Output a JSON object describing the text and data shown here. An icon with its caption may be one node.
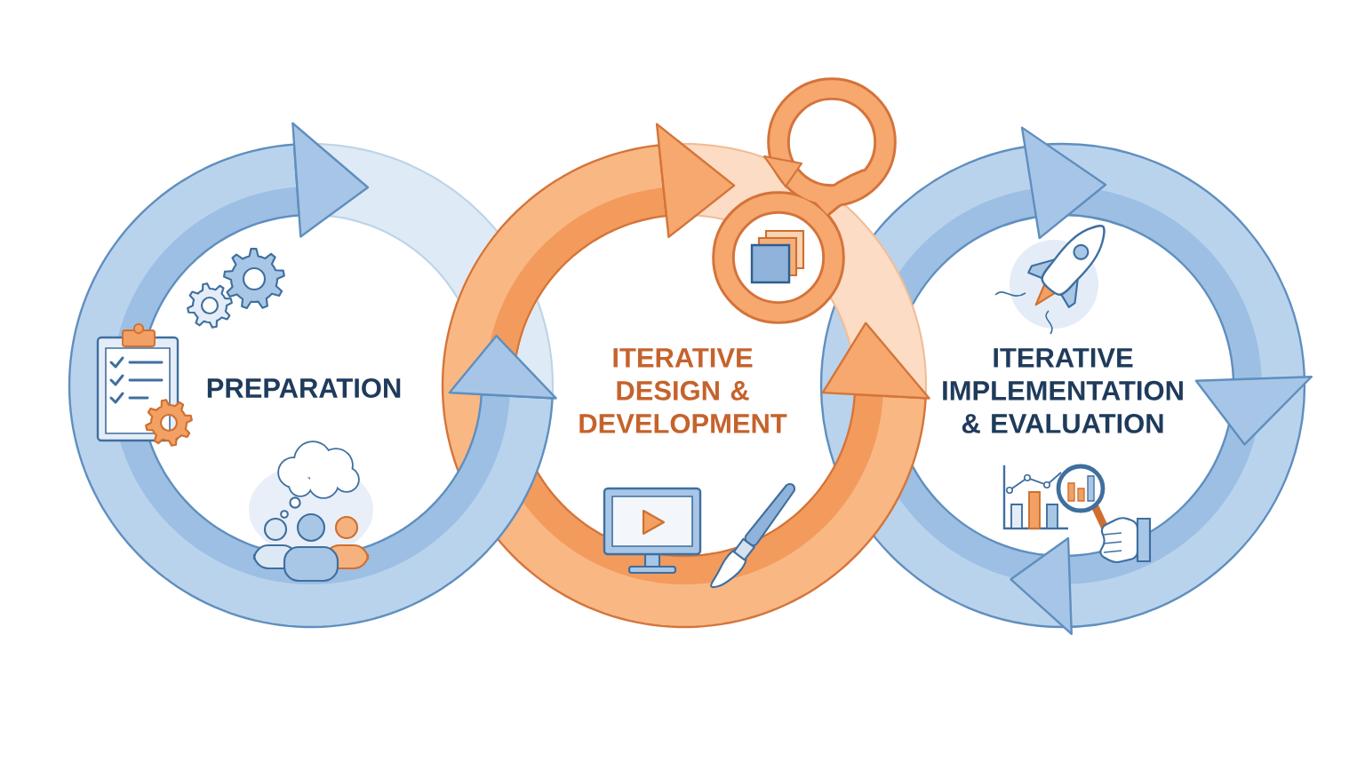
{
  "diagram": {
    "nodes": [
      {
        "text": [
          "PREPARATION"
        ]
      },
      {
        "text": [
          "ITERATIVE DESIGN & DEVELOPMENT"
        ]
      },
      {
        "text": [
          "ITERATIVE IMPLEMENTATION & EVALUATION"
        ]
      }
    ]
  }
}
